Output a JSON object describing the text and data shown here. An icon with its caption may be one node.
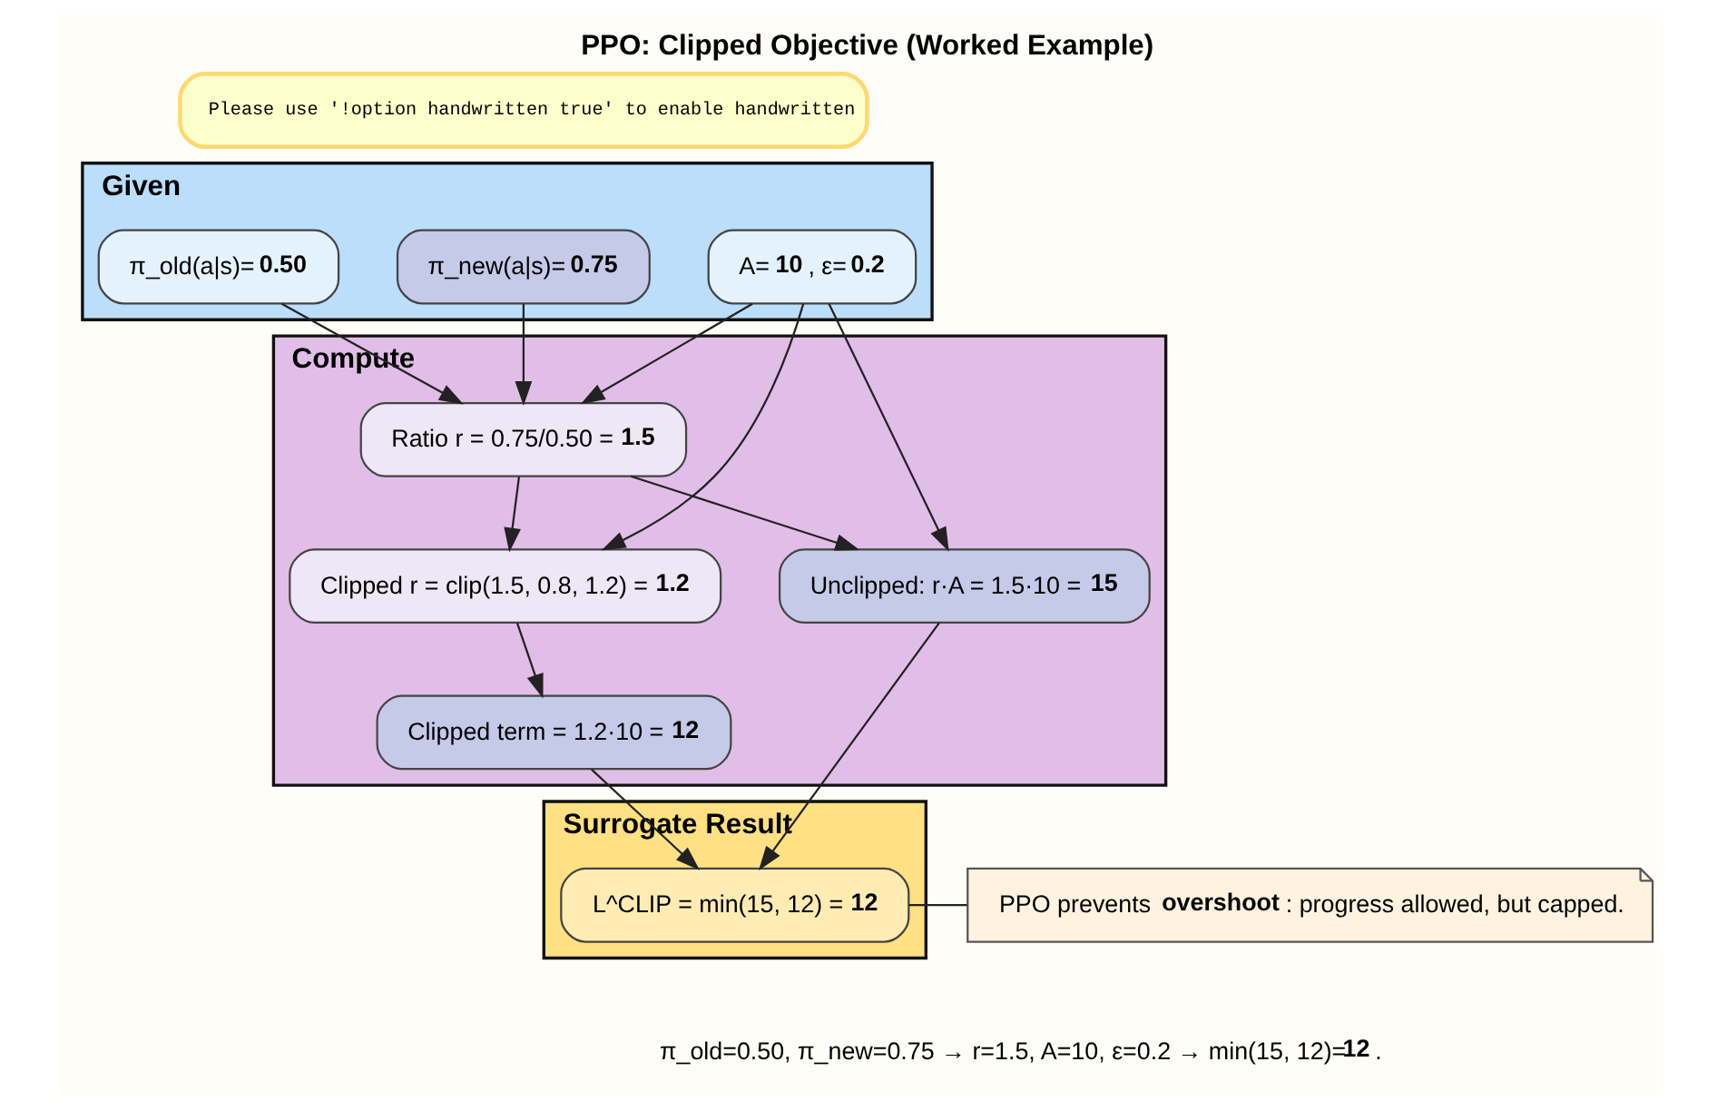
{
  "diagram": {
    "title": "PPO: Clipped Objective (Worked Example)",
    "caption": "π_old=0.50, π_new=0.75 → r=1.5, A=10, ε=0.2 → min(15, 12)=**12**.",
    "nodes": [
      {
        "text": [
          "Please use '!option handwritten true' to enable handwritten"
        ]
      },
      {
        "text": [
          "Given"
        ]
      },
      {
        "text": [
          "π_new(a|s)=**0.75**"
        ],
        "in": 1
      },
      {
        "text": [
          "π_old(a|s)=**0.50**"
        ],
        "in": 1
      },
      {
        "text": [
          "A=**10**, ε=**0.2**"
        ],
        "in": 1
      },
      {
        "text": [
          "Compute"
        ]
      },
      {
        "text": [
          "Ratio r = 0.75/0.50 = **1.5**"
        ],
        "in": 5
      },
      {
        "text": [
          "Clipped r = clip(1.5, 0.8, 1.2) = **1.2**"
        ],
        "in": 5
      },
      {
        "text": [
          "Unclipped: r·A = 1.5·10 = **15**"
        ],
        "in": 5
      },
      {
        "text": [
          "Clipped term = 1.2·10 = **12**"
        ],
        "in": 5
      },
      {
        "text": [
          "Surrogate Result"
        ]
      },
      {
        "text": [
          "L^CLIP = min(15, 12) = **12**"
        ],
        "in": 10
      },
      {
        "text": [
          "PPO prevents **overshoot**: progress allowed, but capped."
        ]
      }
    ],
    "edges": [
      {
        "from": 2,
        "to": 6,
        "arrow": "to"
      },
      {
        "from": 3,
        "to": 6,
        "arrow": "to"
      },
      {
        "from": 4,
        "to": 6,
        "arrow": "to"
      },
      {
        "from": 4,
        "to": 7,
        "arrow": "to"
      },
      {
        "from": 4,
        "to": 8,
        "arrow": "to"
      },
      {
        "from": 6,
        "to": 7,
        "arrow": "to"
      },
      {
        "from": 6,
        "to": 8,
        "arrow": "to"
      },
      {
        "from": 7,
        "to": 9,
        "arrow": "to"
      },
      {
        "from": 9,
        "to": 11,
        "arrow": "to"
      },
      {
        "from": 8,
        "to": 11,
        "arrow": "to"
      },
      {
        "from": 11,
        "to": 12,
        "arrow": "none"
      }
    ]
  }
}
